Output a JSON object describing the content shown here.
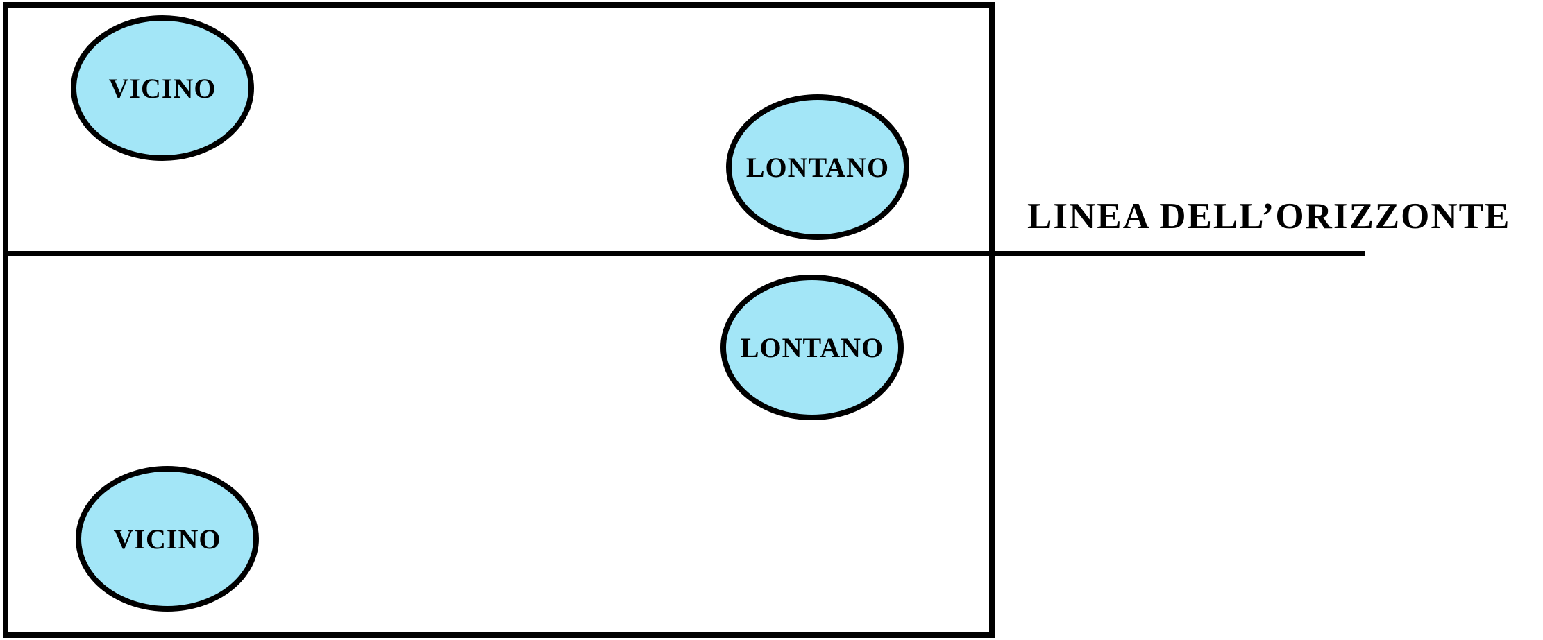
{
  "diagram": {
    "type": "perspective-teaching-diagram",
    "background_color": "#ffffff",
    "stroke_color": "#000000",
    "ellipse_fill_color": "#a3e6f7",
    "horizon_label": "LINEA DELL’ORIZZONTE",
    "ellipses": [
      {
        "label": "VICINO",
        "position": "top-left-above-horizon"
      },
      {
        "label": "LONTANO",
        "position": "right-above-horizon"
      },
      {
        "label": "LONTANO",
        "position": "right-below-horizon"
      },
      {
        "label": "VICINO",
        "position": "bottom-left-below-horizon"
      }
    ]
  }
}
